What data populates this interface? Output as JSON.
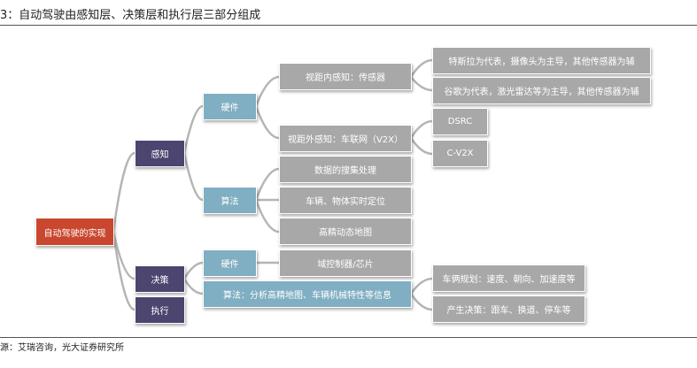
{
  "title": "3：自动驾驶由感知层、决策层和执行层三部分组成",
  "source": "源：艾瑞咨询，光大证券研究所",
  "colors": {
    "root": "#c9472f",
    "level1": "#4b4570",
    "level2": "#80aec2",
    "level3": "#a8a8a8",
    "connector": "#b5b5b5"
  },
  "diagram": {
    "root": "自动驾驶的实现",
    "perception": {
      "label": "感知",
      "hardware": {
        "label": "硬件",
        "in_range": {
          "label": "视距内感知：传感器",
          "items": [
            "特斯拉为代表，摄像头为主导，其他传感器为辅",
            "谷歌为代表，激光雷达等为主导，其他传感器为辅"
          ]
        },
        "out_range": {
          "label": "视距外感知：车联网（V2X）",
          "items": [
            "DSRC",
            "C-V2X"
          ]
        }
      },
      "algorithm": {
        "label": "算法",
        "items": [
          "数据的搜集处理",
          "车辆、物体实时定位",
          "高精动态地图"
        ]
      }
    },
    "decision": {
      "label": "决策",
      "hardware": {
        "label": "硬件",
        "item": "域控制器/芯片"
      },
      "algorithm": {
        "label": "算法：分析高精地图、车辆机械特性等信息",
        "items": [
          "车俩规划：速度、朝向、加速度等",
          "产生决策：跟车、换道、停车等"
        ]
      }
    },
    "execution": {
      "label": "执行"
    }
  }
}
